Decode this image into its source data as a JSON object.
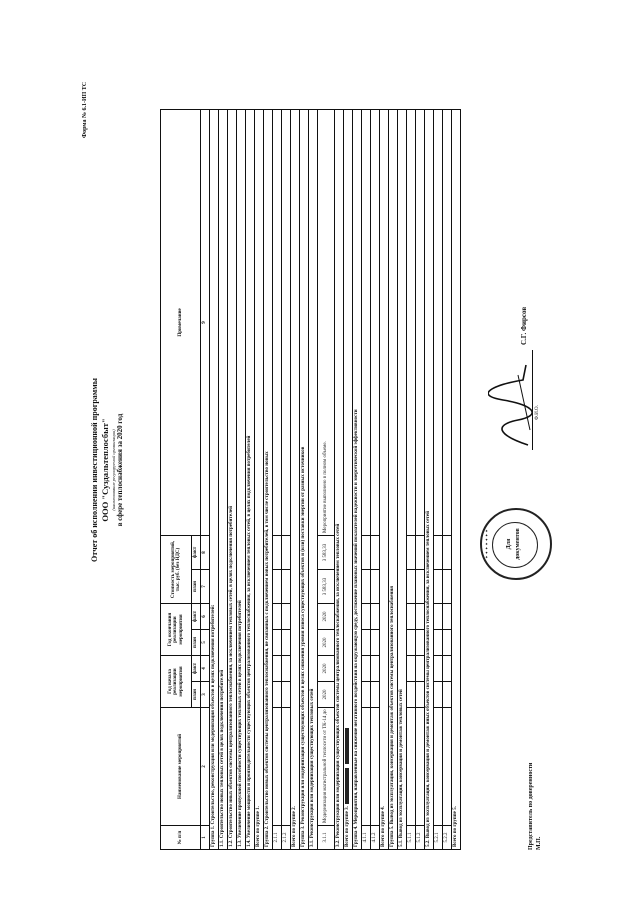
{
  "form_number": "Форма № 6.1-ИП ТС",
  "title": {
    "line1": "Отчет об исполнении инвестиционной программы",
    "org": "ООО \"Суздальтеплосбыт\"",
    "org_note": "(наименование регулируемой организации)",
    "line3": "в сфере теплоснабжения за 2020 год"
  },
  "headers": {
    "num": "№ п/п",
    "name": "Наименование мероприятий",
    "year_start": "Год начала реализации мероприятия",
    "year_end": "Год окончания реализации мероприятия",
    "cost": "Стоимость мероприятий, тыс. руб. (без НДС)",
    "note": "Примечание",
    "plan": "план",
    "fact": "факт",
    "col_numbers": [
      "1",
      "2",
      "3",
      "4",
      "5",
      "6",
      "7",
      "8",
      "9"
    ]
  },
  "rows": [
    {
      "kind": "span",
      "text": "Группа 1. Строительство, реконструкция или модернизация объектов в целях подключения потребителей:"
    },
    {
      "kind": "span",
      "text": "1.1. Строительство новых тепловых сетей в целях подключения потребителей"
    },
    {
      "kind": "span",
      "text": "1.2. Строительство иных объектов системы централизованного теплоснабжения, за исключением тепловых сетей, в целях подключения потребителей"
    },
    {
      "kind": "span",
      "text": "1.3. Увеличение пропускной способности существующих тепловых сетей в целях подключения потребителей"
    },
    {
      "kind": "span",
      "text": "1.4. Увеличение мощности и производительности существующих объектов централизованного теплоснабжения, за исключением тепловых сетей, в целях подключения потребителей"
    },
    {
      "kind": "span",
      "text": "Всего по группе 1."
    },
    {
      "kind": "span",
      "text": "Группа 2. Строительство новых объектов системы централизованного теплоснабжения, не связанных с подключением новых потребителей, в том числе строительство новых"
    },
    {
      "kind": "cells",
      "num": "2.1.1"
    },
    {
      "kind": "cells",
      "num": "2.1.2"
    },
    {
      "kind": "span",
      "text": "Всего по группе 2."
    },
    {
      "kind": "span",
      "text": "Группа 3. Реконструкция или модернизация существующих объектов в целях снижения уровня износа существующих объектов и (или) поставки энергии от разных источников"
    },
    {
      "kind": "span",
      "text": "3.1. Реконструкция или модернизация существующих тепловых сетей"
    },
    {
      "kind": "data",
      "num": "3.1.1",
      "name": "Модернизация магистральной теплосети от ТК-14 до ТК-А ул. Советской",
      "ys_plan": "2020",
      "ys_fact": "2020",
      "ye_plan": "2020",
      "ye_fact": "2020",
      "cost_plan": "3 583,33",
      "cost_fact": "3 583,33",
      "note": "Мероприятие выполнено в полном объеме."
    },
    {
      "kind": "span",
      "text": "3.2. Реконструкция или модернизация существующих объектов системы централизованного теплоснабжения, за исключением тепловых сетей"
    },
    {
      "kind": "span_box",
      "text": "Всего по группе 3."
    },
    {
      "kind": "span",
      "text": "Группа 4. Мероприятия, направленные на снижение негативного воздействия на окружающую среду, достижение плановых значений показателей надежности и энергетической эффективности"
    },
    {
      "kind": "cells",
      "num": "4.1.1"
    },
    {
      "kind": "cells",
      "num": "4.1.2"
    },
    {
      "kind": "span",
      "text": "Всего по группе 4."
    },
    {
      "kind": "span",
      "text": "Группа 5. Вывод из эксплуатации, консервация и демонтаж объектов системы централизованного теплоснабжения"
    },
    {
      "kind": "span",
      "text": "5.1. Вывод из эксплуатации, консервация и демонтаж тепловых сетей"
    },
    {
      "kind": "cells",
      "num": "5.1.1"
    },
    {
      "kind": "cells",
      "num": "5.1.2"
    },
    {
      "kind": "span",
      "text": "5.2. Вывод из эксплуатации, консервация и демонтаж иных объектов системы централизованного теплоснабжения, за исключением тепловых сетей"
    },
    {
      "kind": "cells",
      "num": "5.2.1"
    },
    {
      "kind": "cells",
      "num": "5.2.2"
    },
    {
      "kind": "span",
      "text": "Всего по группе 5."
    }
  ],
  "footer": {
    "rep_line1": "Представитель по доверенности",
    "rep_line2": "М.П.",
    "stamp_text_1": "Для",
    "stamp_text_2": "документов",
    "fio_label": "Ф.И.О.",
    "signer": "С.Г. Фирсов"
  }
}
